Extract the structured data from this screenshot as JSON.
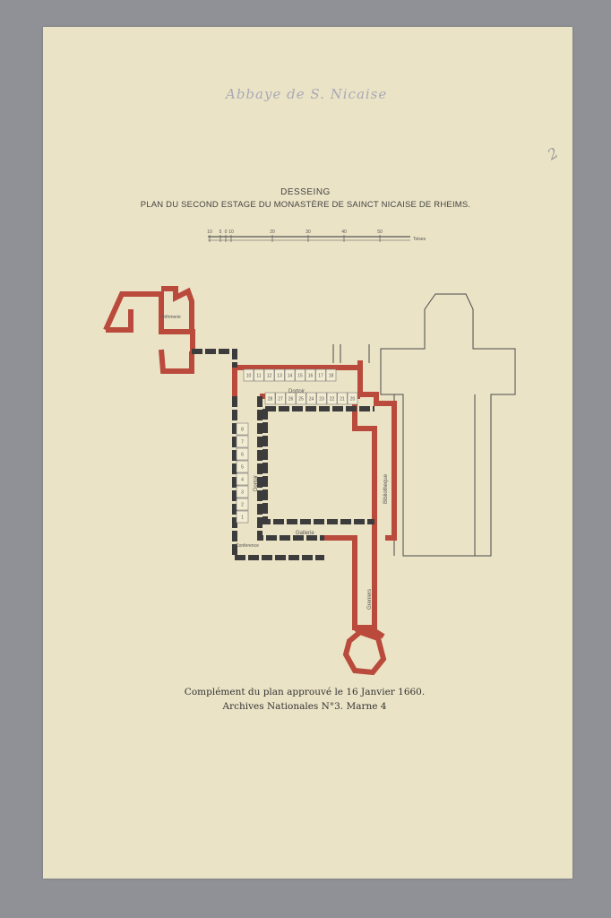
{
  "handwritten_note": "Abbaye de S. Nicaise",
  "pencil_mark": "2",
  "title": {
    "line1": "DESSEING",
    "line2": "PLAN DU SECOND ESTAGE DU MONASTÈRE DE SAINCT NICAISE DE RHEIMS."
  },
  "scale_bar": {
    "label": "Toises",
    "ticks": [
      "10",
      "5",
      "0",
      "10",
      "20",
      "30",
      "40",
      "50"
    ]
  },
  "plan_labels": {
    "infirmerie": "Infirmerie",
    "dortoir_top": "Dortoir",
    "dortoir_left": "Dortoir",
    "bibliotheque": "Bibliotheque",
    "gallerie": "Gallerie",
    "conference": "Conference",
    "greniers": "Greniers"
  },
  "cells_top": [
    "10",
    "11",
    "12",
    "13",
    "14",
    "15",
    "16",
    "17",
    "18"
  ],
  "cells_mid": [
    "28",
    "27",
    "26",
    "25",
    "24",
    "23",
    "22",
    "21",
    "20"
  ],
  "cells_left": [
    "8",
    "7",
    "6",
    "5",
    "4",
    "3",
    "2",
    "1"
  ],
  "colors": {
    "paper": "#ebe3c6",
    "background": "#8f9196",
    "new_walls": "#b94a3c",
    "old_walls": "#3c3c3c"
  },
  "caption": {
    "line1": "Complément du plan approuvé le 16 Janvier 1660.",
    "line2": "Archives Nationales N°3. Marne 4"
  }
}
